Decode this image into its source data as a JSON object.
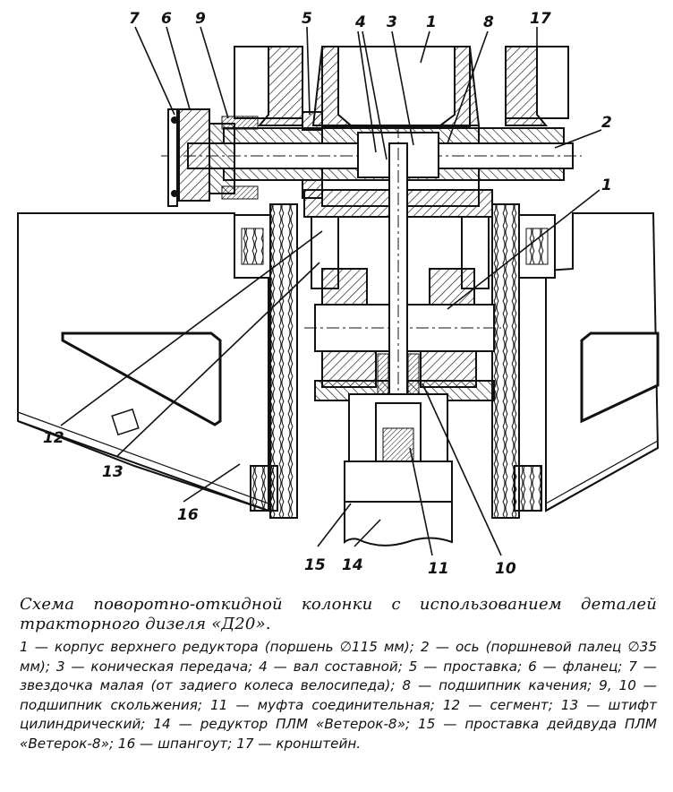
{
  "callouts": [
    "7",
    "6",
    "9",
    "5",
    "4",
    "3",
    "1",
    "8",
    "17",
    "2",
    "1",
    "12",
    "13",
    "16",
    "15",
    "14",
    "11",
    "10"
  ],
  "caption": {
    "title": "Схема поворотно-откидной колонки с использованием деталей тракторного дизеля «Д20».",
    "legend": [
      "1 — корпус верхнего редуктора (поршень ∅115 мм);",
      "2 — ось (поршневой палец ∅35 мм);",
      "3 — коническая передача;",
      "4 — вал составной;",
      "5 — проставка;",
      "6 — фланец;",
      "7 — звездочка малая (от задиего колеса велосипеда);",
      "8 — подшипник качения;",
      "9, 10 — подшипник скольжения;",
      "11 — муфта соединительная;",
      "12 — сегмент;",
      "13 — штифт цилиндрический;",
      "14 — редуктор ПЛМ «Ветерок-8»;",
      "15 — проставка дейдвуда ПЛМ «Ветерок-8»;",
      "16 — шпангоут;",
      "17 — кронштейн."
    ]
  }
}
